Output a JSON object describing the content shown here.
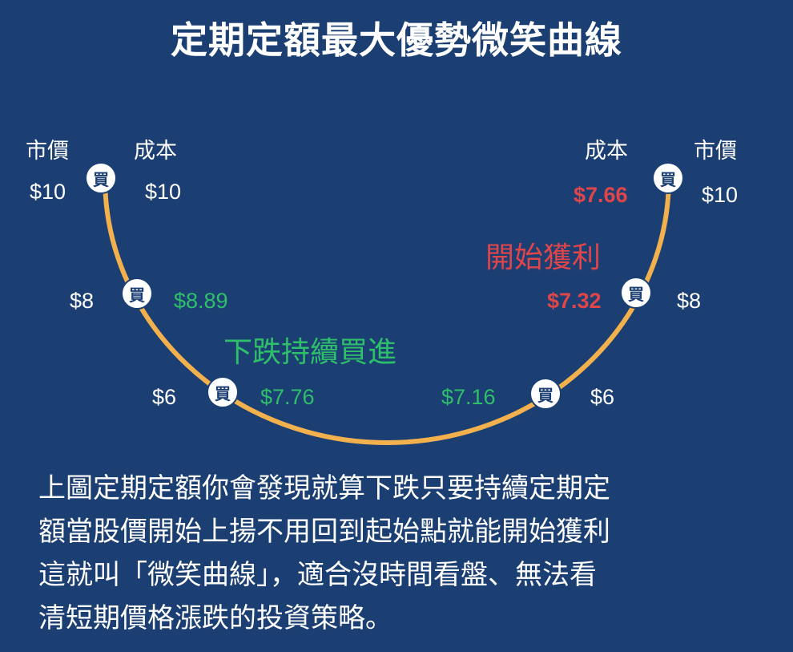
{
  "title": "定期定額最大優勢微笑曲線",
  "left": {
    "price_header": "市價",
    "cost_header": "成本",
    "price_top": "$10",
    "cost_top": "$10",
    "price_mid": "$8",
    "cost_mid": "$8.89",
    "price_low": "$6",
    "cost_low": "$7.76"
  },
  "right": {
    "cost_header": "成本",
    "price_header": "市價",
    "cost_top": "$7.66",
    "price_top": "$10",
    "cost_mid": "$7.32",
    "price_mid": "$8",
    "cost_low": "$7.16",
    "price_low": "$6"
  },
  "labels": {
    "falling": "下跌持續買進",
    "profit": "開始獲利",
    "buy": "買"
  },
  "colors": {
    "background": "#1b3f73",
    "curve": "#f2b14c",
    "green": "#2fbf6a",
    "red": "#e0454a"
  },
  "body": {
    "lines": [
      "上圖定期定額你會發現就算下跌只要持續定期定",
      "額當股價開始上揚不用回到起始點就能開始獲利",
      "這就叫「微笑曲線」，適合沒時間看盤、無法看",
      "清短期價格漲跌的投資策略。"
    ]
  }
}
